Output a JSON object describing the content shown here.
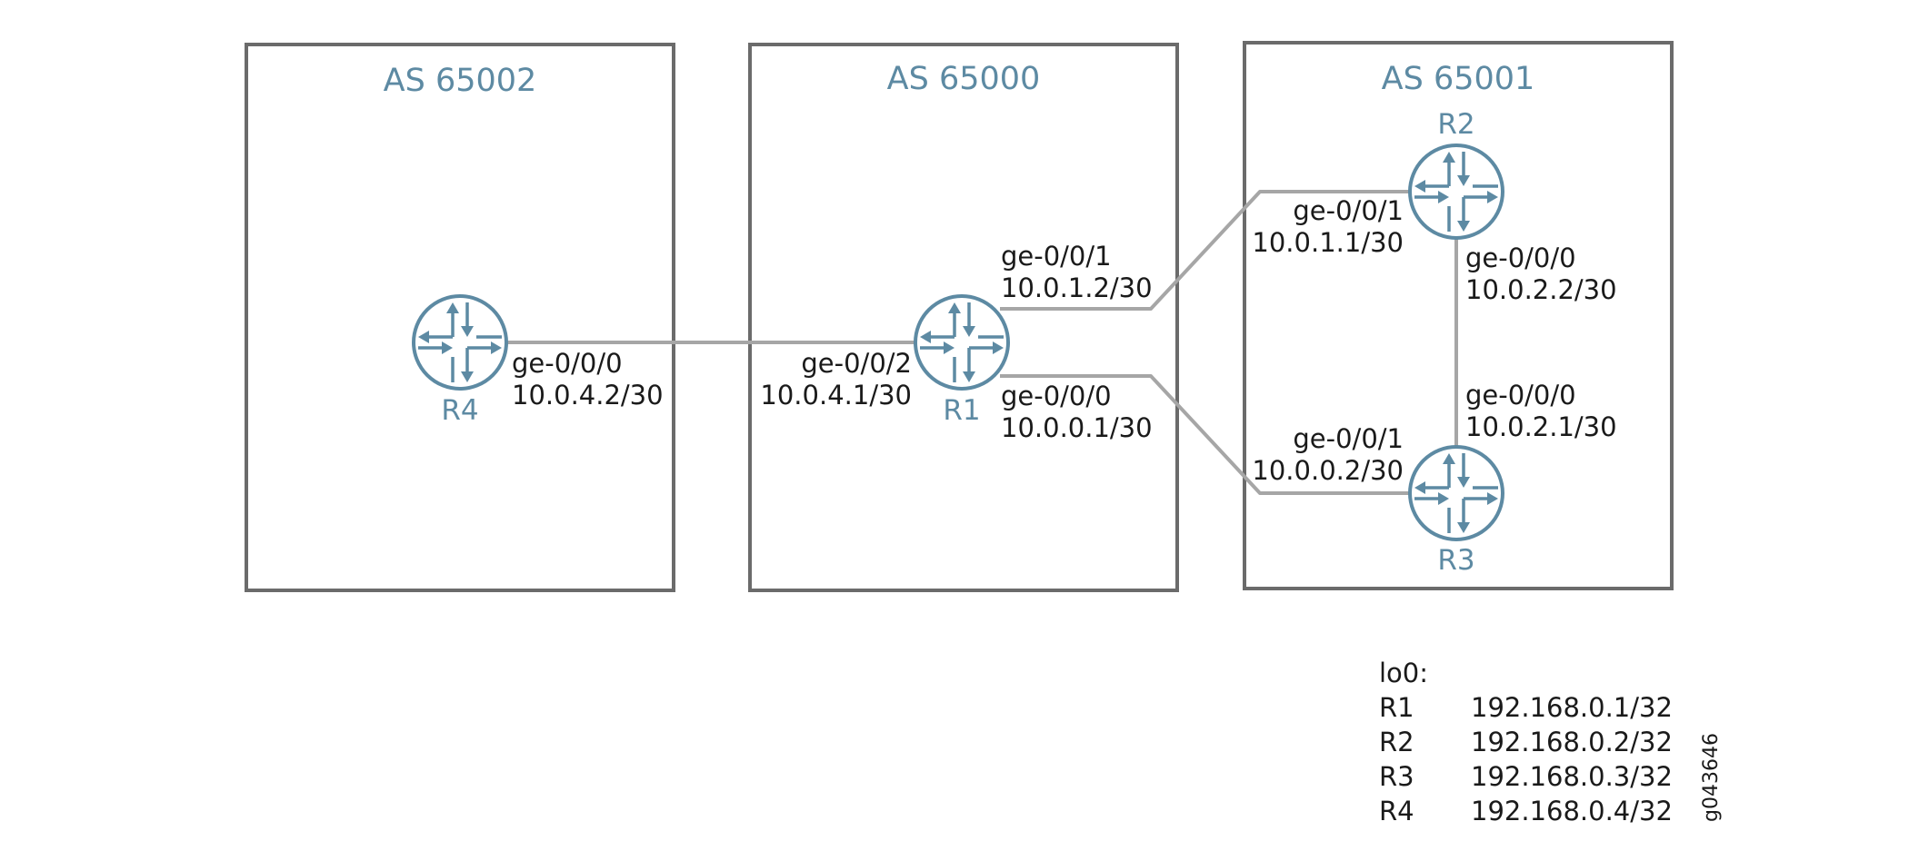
{
  "autonomous_systems": [
    {
      "id": "as65002",
      "label": "AS 65002"
    },
    {
      "id": "as65000",
      "label": "AS 65000"
    },
    {
      "id": "as65001",
      "label": "AS 65001"
    }
  ],
  "routers": {
    "r1": {
      "name": "R1",
      "icon": "router-icon"
    },
    "r2": {
      "name": "R2",
      "icon": "router-icon"
    },
    "r3": {
      "name": "R3",
      "icon": "router-icon"
    },
    "r4": {
      "name": "R4",
      "icon": "router-icon"
    }
  },
  "links": [
    {
      "from": "R4",
      "to": "R1",
      "a_iface": "ge-0/0/0",
      "a_ip": "10.0.4.2/30",
      "b_iface": "ge-0/0/2",
      "b_ip": "10.0.4.1/30"
    },
    {
      "from": "R1",
      "to": "R2",
      "a_iface": "ge-0/0/1",
      "a_ip": "10.0.1.2/30",
      "b_iface": "ge-0/0/1",
      "b_ip": "10.0.1.1/30"
    },
    {
      "from": "R1",
      "to": "R3",
      "a_iface": "ge-0/0/0",
      "a_ip": "10.0.0.1/30",
      "b_iface": "ge-0/0/1",
      "b_ip": "10.0.0.2/30"
    },
    {
      "from": "R2",
      "to": "R3",
      "a_iface": "ge-0/0/0",
      "a_ip": "10.0.2.2/30",
      "b_iface": "ge-0/0/0",
      "b_ip": "10.0.2.1/30"
    }
  ],
  "loopback": {
    "header": "lo0:",
    "entries": [
      {
        "router": "R1",
        "address": "192.168.0.1/32"
      },
      {
        "router": "R2",
        "address": "192.168.0.2/32"
      },
      {
        "router": "R3",
        "address": "192.168.0.3/32"
      },
      {
        "router": "R4",
        "address": "192.168.0.4/32"
      }
    ]
  },
  "figure_id": "g043646",
  "colors": {
    "accent": "#5d8aa3",
    "box_border": "#6b6b6b",
    "link": "#a6a6a6",
    "text": "#1a1a1a"
  }
}
